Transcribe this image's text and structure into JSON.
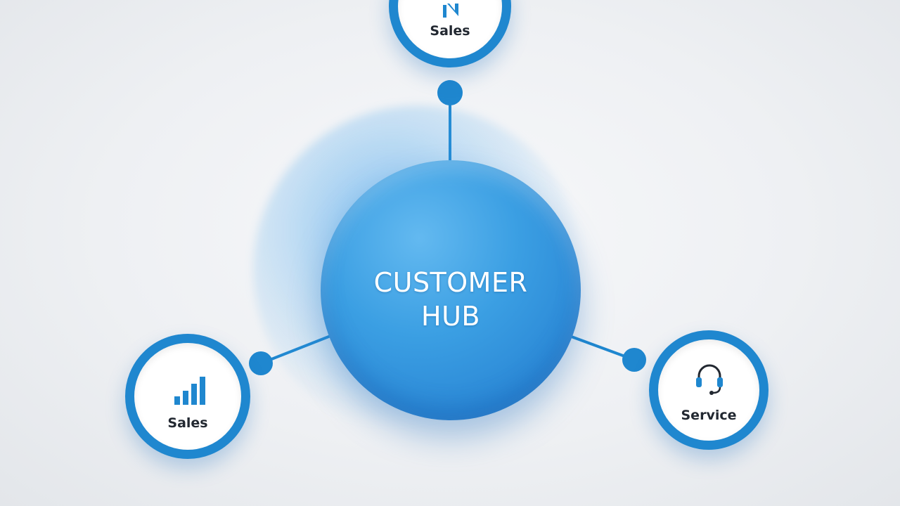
{
  "hub": {
    "title_line1": "CUSTOMER",
    "title_line2": "HUB"
  },
  "nodes": {
    "top": {
      "label": "Sales",
      "icon": "chart-icon"
    },
    "left": {
      "label": "Sales",
      "icon": "bar-chart-icon"
    },
    "right": {
      "label": "Service",
      "icon": "headset-icon"
    }
  },
  "colors": {
    "accent": "#1f87cf",
    "hub": "#3b9fe3",
    "label": "#222831"
  }
}
